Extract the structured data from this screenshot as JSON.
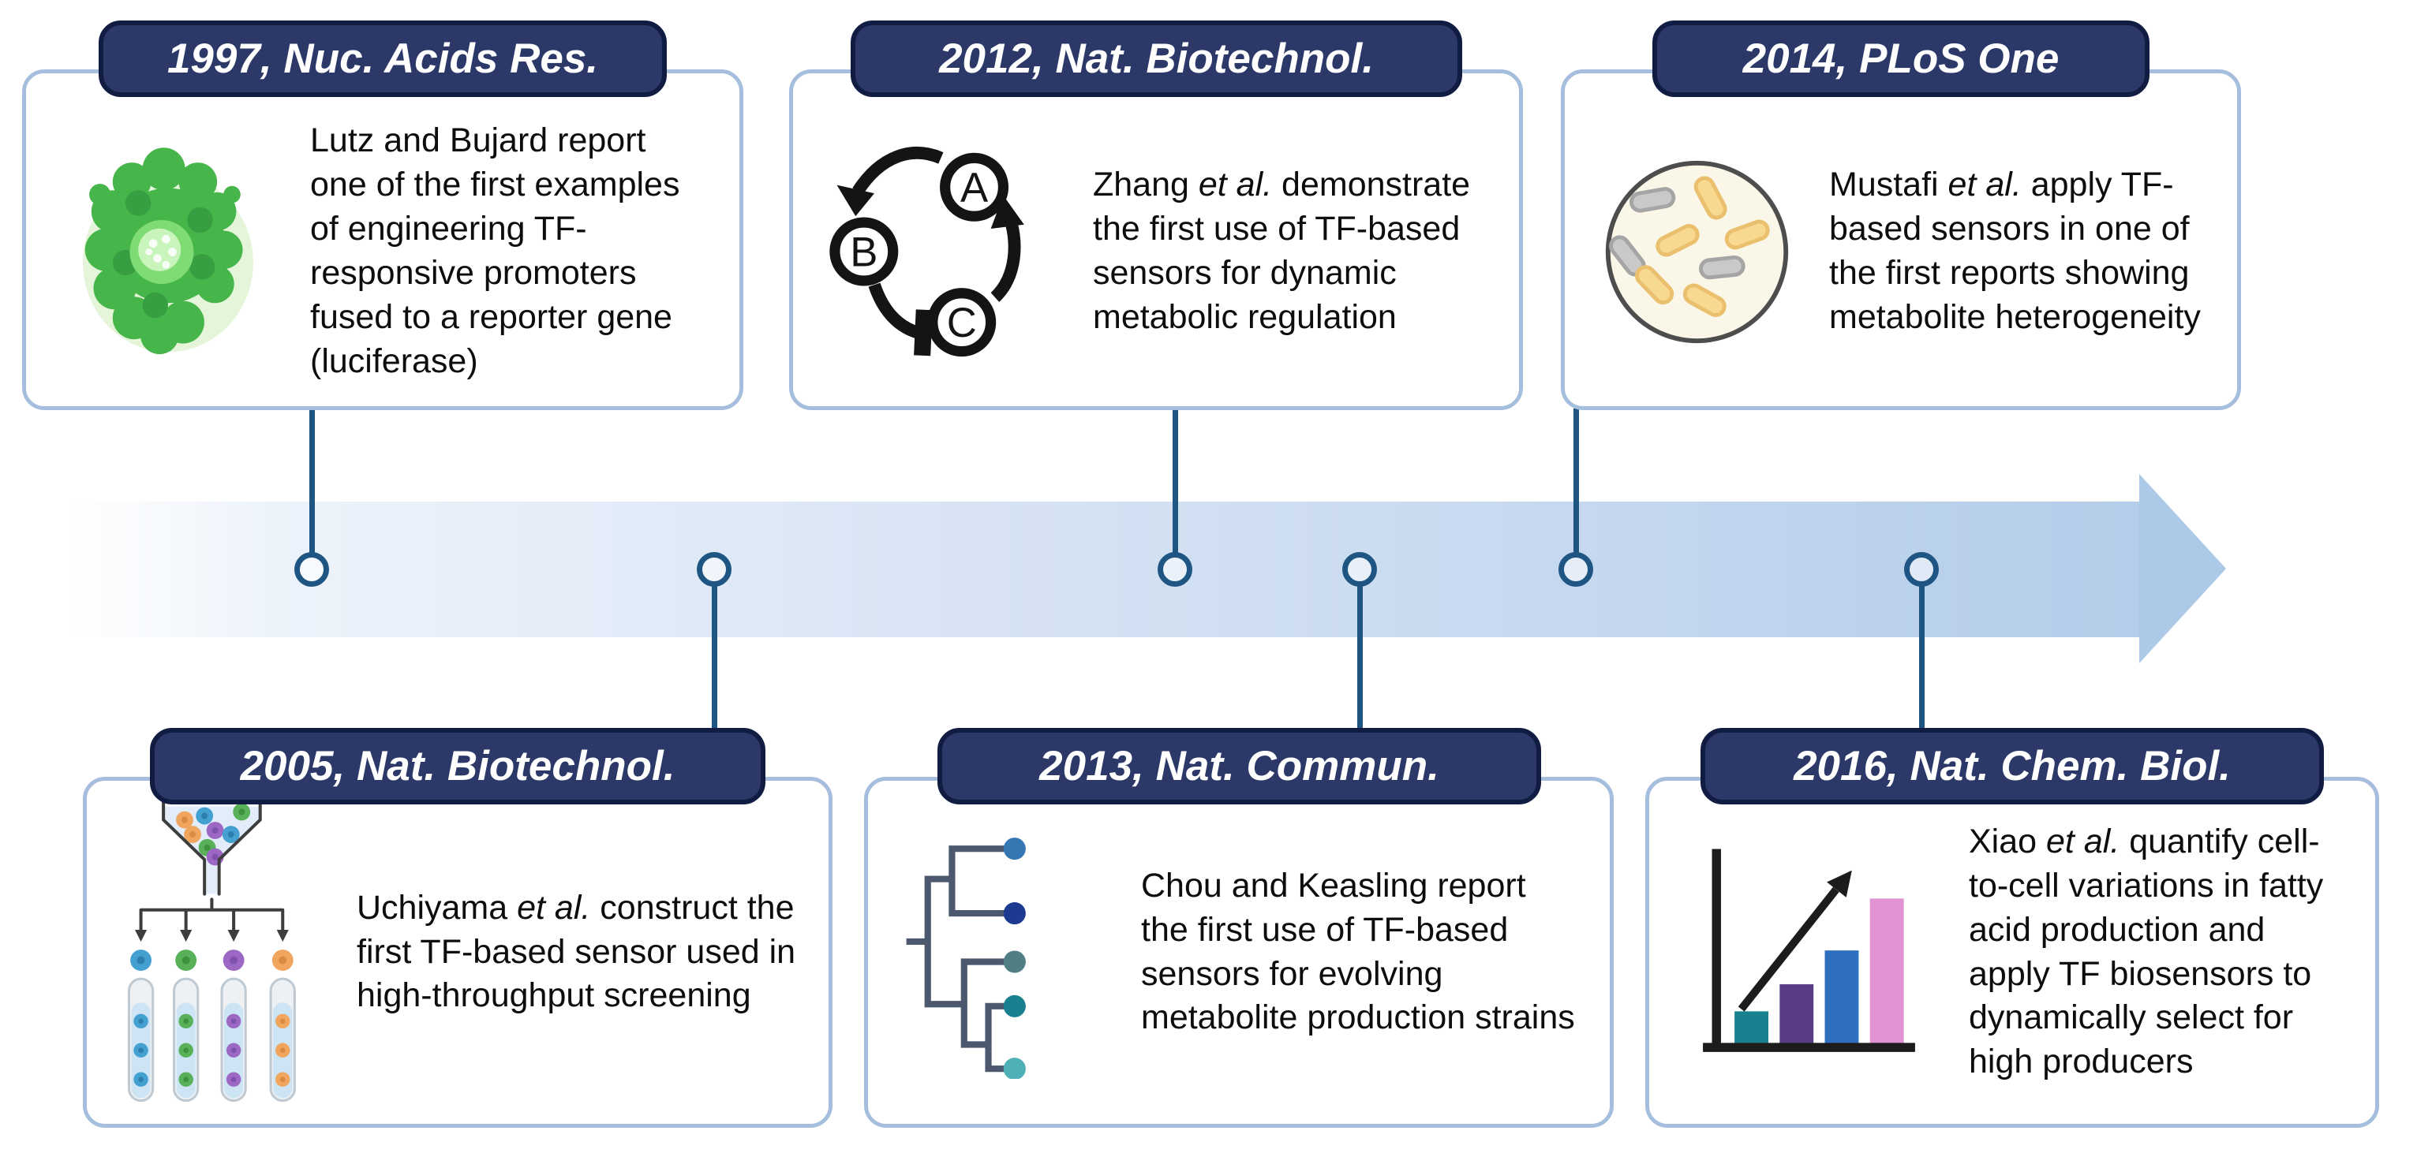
{
  "colors": {
    "pill_fill": "#2c3968",
    "pill_border": "#111c42",
    "card_border": "#a6bedd",
    "connector": "#1e5582",
    "band_light": "#edf3fb",
    "band_dark": "#b4cdea",
    "text": "#0d0d0d"
  },
  "cycle_icon": {
    "labels": [
      "A",
      "B",
      "C"
    ]
  },
  "cards": [
    {
      "year_label": "1997,",
      "journal": "Nuc. Acids Res.",
      "desc_pre": "Lutz and Bujard report one of the first examples of engineering TF-responsive promoters fused to a reporter gene (luciferase)",
      "desc_italic": "",
      "desc_post": "",
      "icon": "gfp-protein-icon"
    },
    {
      "year_label": "2012,",
      "journal": "Nat. Biotechnol.",
      "desc_pre": "Zhang ",
      "desc_italic": "et al.",
      "desc_post": " demonstrate the first use of TF-based sensors for dynamic metabolic regulation",
      "icon": "regulation-cycle-icon"
    },
    {
      "year_label": "2014,",
      "journal": "PLoS One",
      "desc_pre": "Mustafi ",
      "desc_italic": "et al.",
      "desc_post": " apply TF-based sensors in one of the first reports showing metabolite heterogeneity",
      "icon": "petri-dish-icon"
    },
    {
      "year_label": "2005,",
      "journal": "Nat. Biotechnol.",
      "desc_pre": "Uchiyama ",
      "desc_italic": "et al.",
      "desc_post": " construct the first TF-based sensor used in high-throughput screening",
      "icon": "funnel-screening-icon"
    },
    {
      "year_label": "2013,",
      "journal": "Nat. Commun.",
      "desc_pre": "Chou and Keasling report the first use of TF-based sensors for evolving metabolite production strains",
      "desc_italic": "",
      "desc_post": "",
      "icon": "phylo-tree-icon"
    },
    {
      "year_label": "2016,",
      "journal": "Nat. Chem. Biol.",
      "desc_pre": "Xiao ",
      "desc_italic": "et al.",
      "desc_post": " quantify cell-to-cell variations in fatty acid production and apply TF biosensors to dynamically select for high producers",
      "icon": "bar-chart-icon"
    }
  ]
}
